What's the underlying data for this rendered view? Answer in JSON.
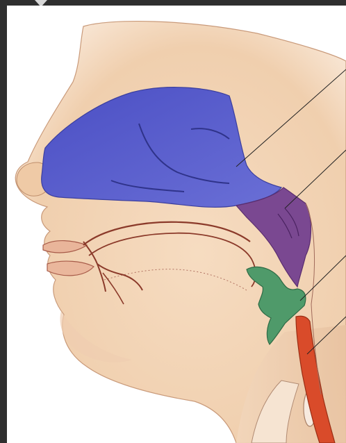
{
  "figure": {
    "subject": "sagittal-head-airway",
    "regions": [
      {
        "id": "nasal-cavity",
        "color": "#5659c9"
      },
      {
        "id": "nasopharynx",
        "color": "#7c4a93"
      },
      {
        "id": "oropharynx",
        "color": "#4f9a6a"
      },
      {
        "id": "laryngopharynx",
        "color": "#d94b2a"
      }
    ],
    "skin_color": "#f3d8bb",
    "outline_color": "#8b3a2a",
    "leader_color": "#222222"
  }
}
